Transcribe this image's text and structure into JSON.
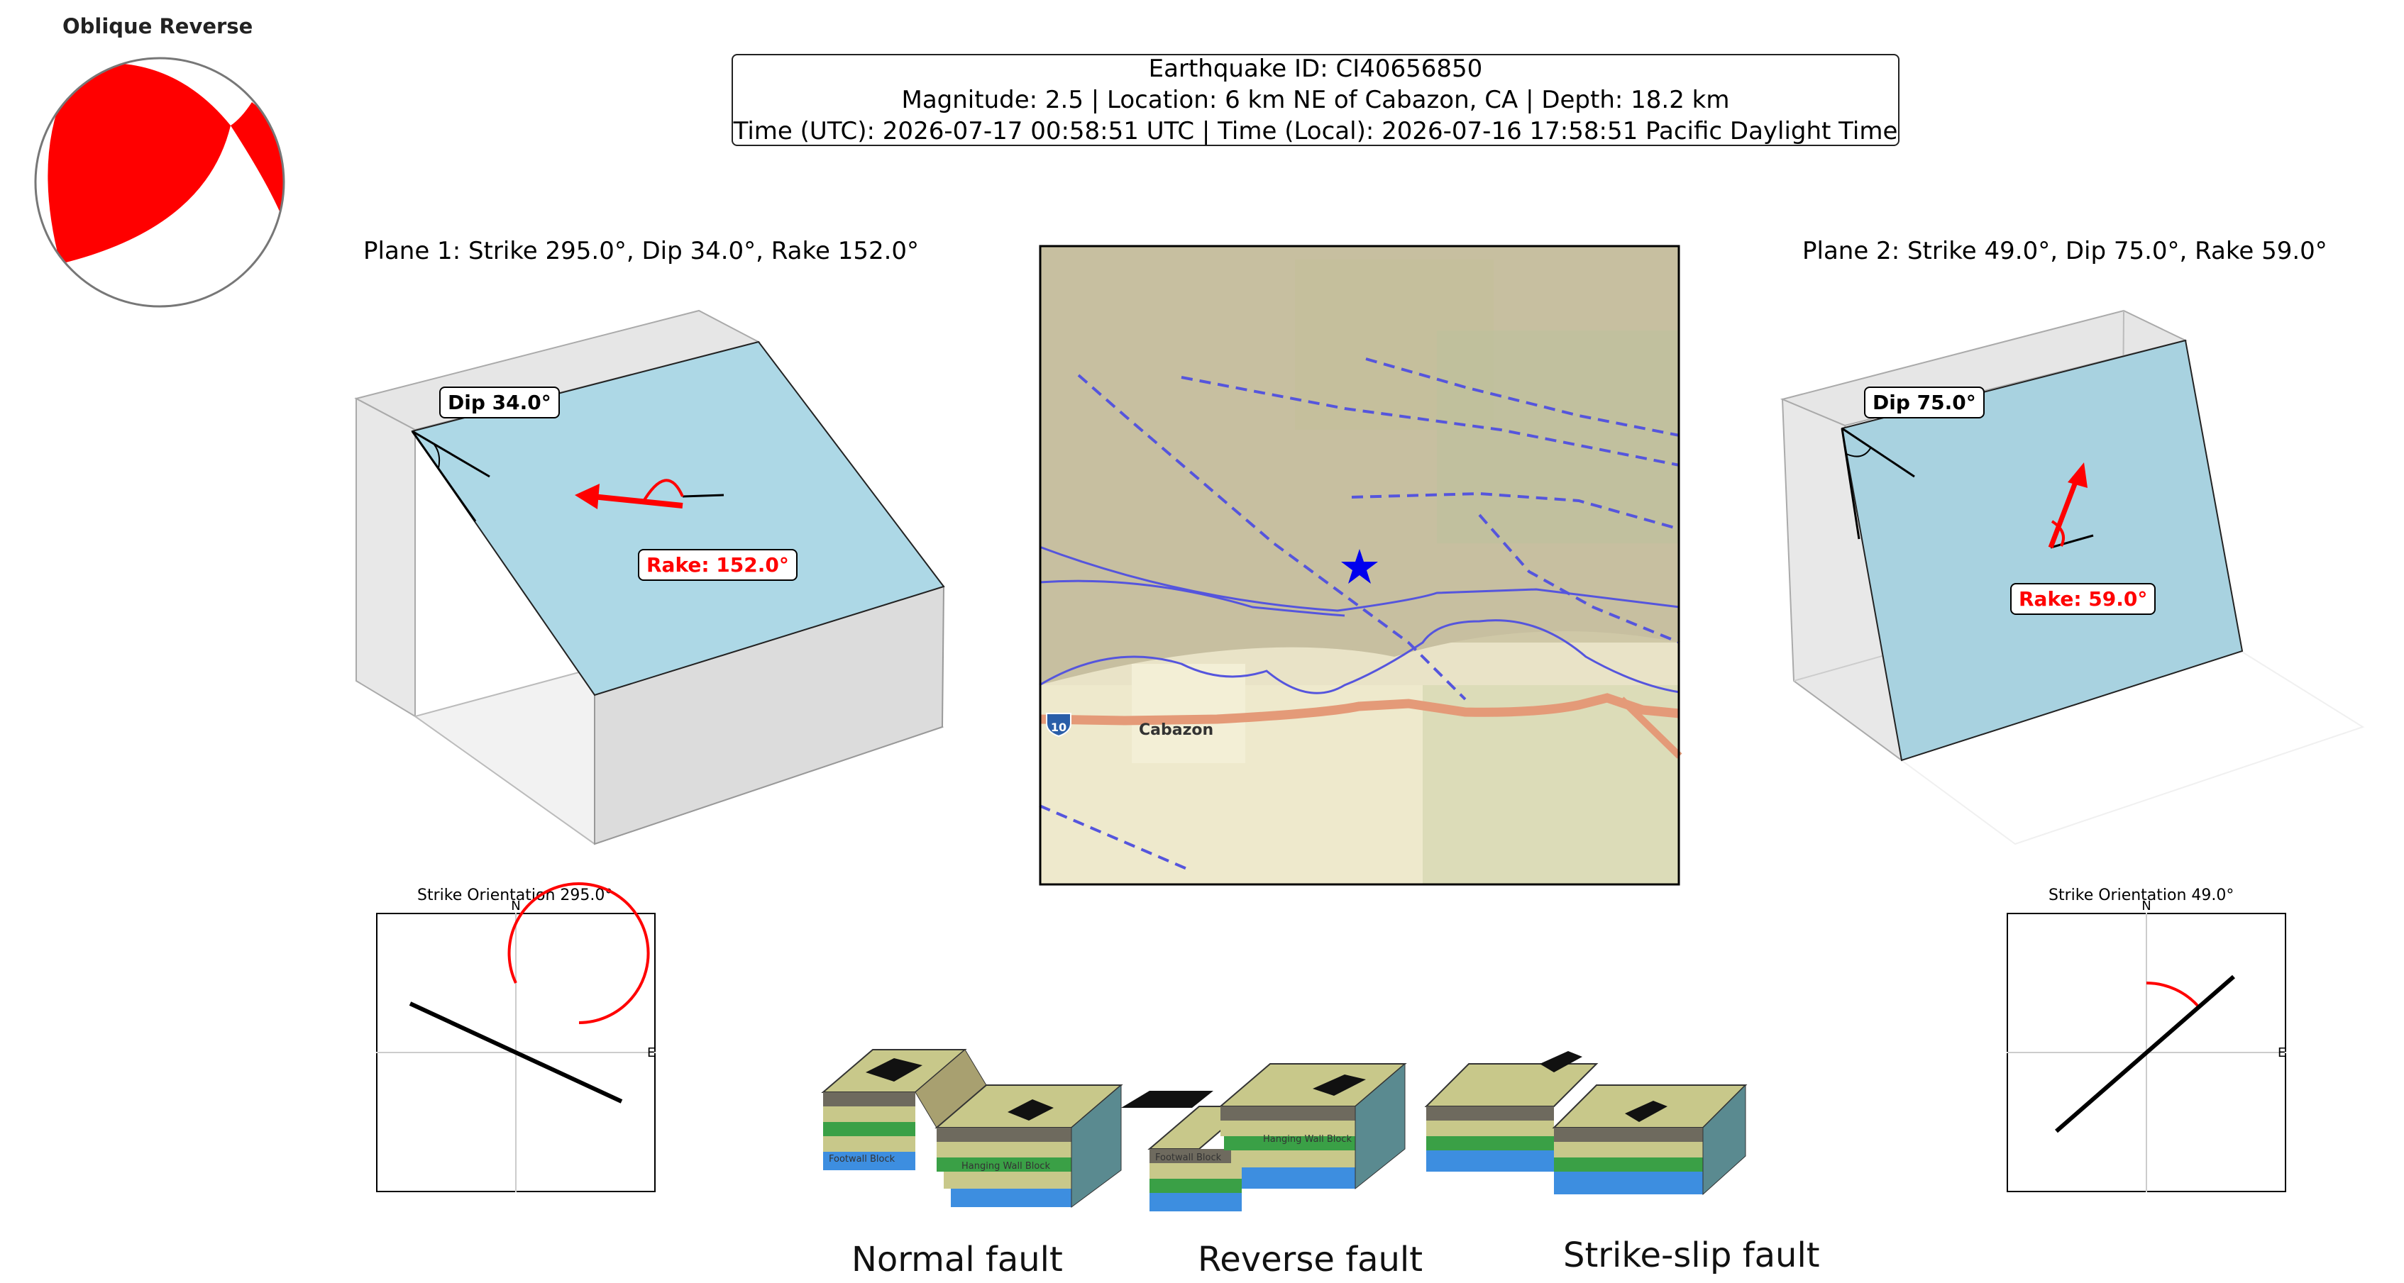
{
  "beachball": {
    "title": "Oblique Reverse",
    "fill_color": "#ff0000"
  },
  "info": {
    "line1": "Earthquake ID: CI40656850",
    "line2": "Magnitude: 2.5 | Location: 6 km NE of Cabazon, CA | Depth: 18.2 km",
    "line3": "Time (UTC): 2026-07-17 00:58:51 UTC | Time (Local): 2026-07-16 17:58:51 Pacific Daylight Time"
  },
  "plane1": {
    "title": "Plane 1: Strike 295.0°, Dip 34.0°, Rake 152.0°",
    "dip_label": "Dip 34.0°",
    "rake_label": "Rake: 152.0°",
    "strike_title": "Strike Orientation 295.0°"
  },
  "plane2": {
    "title": "Plane 2: Strike 49.0°, Dip 75.0°, Rake 59.0°",
    "dip_label": "Dip 75.0°",
    "rake_label": "Rake: 59.0°",
    "strike_title": "Strike Orientation 49.0°"
  },
  "compass": {
    "north": "N",
    "east": "E"
  },
  "map": {
    "place_label": "Cabazon",
    "highway_shield": "10",
    "epicenter_color": "#0000ee"
  },
  "fault_types": {
    "normal": {
      "label": "Normal fault",
      "footwall": "Footwall Block",
      "hanging": "Hanging Wall Block"
    },
    "reverse": {
      "label": "Reverse fault",
      "footwall": "Footwall Block",
      "hanging": "Hanging Wall Block"
    },
    "strike_slip": {
      "label": "Strike-slip fault"
    }
  },
  "colors": {
    "plane_fill": "#add8e6",
    "rake_arrow": "#ff0000",
    "fault_lines": "#5555dd"
  }
}
